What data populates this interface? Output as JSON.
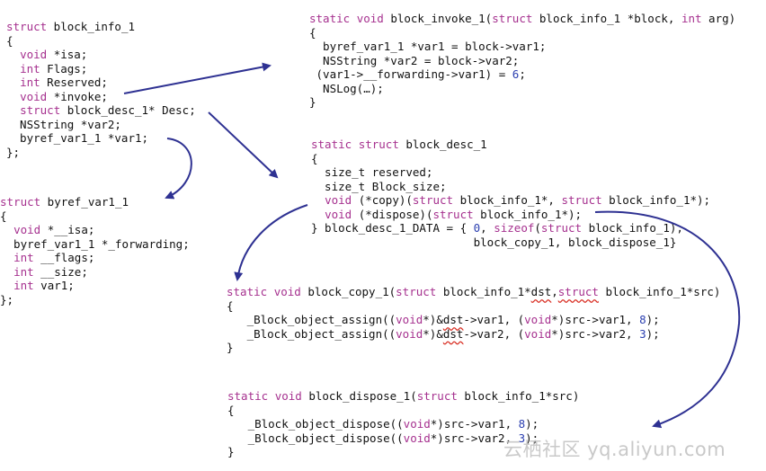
{
  "colors": {
    "keyword": "#a6318f",
    "number": "#2b3fb0",
    "text": "#111111",
    "arrow": "#2e3192",
    "squiggle": "#d93025",
    "watermark": "#c9c9c9"
  },
  "blocks": [
    {
      "id": "struct-block-info-1",
      "lines": [
        [
          [
            "kw",
            "struct"
          ],
          [
            "t",
            " block_info_1"
          ]
        ],
        [
          [
            "t",
            "{"
          ]
        ],
        [
          [
            "t",
            "  "
          ],
          [
            "kw",
            "void"
          ],
          [
            "t",
            " *isa;"
          ]
        ],
        [
          [
            "t",
            "  "
          ],
          [
            "kw",
            "int"
          ],
          [
            "t",
            " Flags;"
          ]
        ],
        [
          [
            "t",
            "  "
          ],
          [
            "kw",
            "int"
          ],
          [
            "t",
            " Reserved;"
          ]
        ],
        [
          [
            "t",
            "  "
          ],
          [
            "kw",
            "void"
          ],
          [
            "t",
            " *invoke;"
          ]
        ],
        [
          [
            "t",
            "  "
          ],
          [
            "kw",
            "struct"
          ],
          [
            "t",
            " block_desc_1* Desc;"
          ]
        ],
        [
          [
            "t",
            "  NSString *var2;"
          ]
        ],
        [
          [
            "t",
            "  byref_var1_1 *var1;"
          ]
        ],
        [
          [
            "t",
            "};"
          ]
        ]
      ]
    },
    {
      "id": "struct-byref-var1-1",
      "lines": [
        [
          [
            "kw",
            "struct"
          ],
          [
            "t",
            " byref_var1_1"
          ]
        ],
        [
          [
            "t",
            "{"
          ]
        ],
        [
          [
            "t",
            "  "
          ],
          [
            "kw",
            "void"
          ],
          [
            "t",
            " *__isa;"
          ]
        ],
        [
          [
            "t",
            "  byref_var1_1 *_forwarding;"
          ]
        ],
        [
          [
            "t",
            "  "
          ],
          [
            "kw",
            "int"
          ],
          [
            "t",
            " __flags;"
          ]
        ],
        [
          [
            "t",
            "  "
          ],
          [
            "kw",
            "int"
          ],
          [
            "t",
            " __size;"
          ]
        ],
        [
          [
            "t",
            "  "
          ],
          [
            "kw",
            "int"
          ],
          [
            "t",
            " var1;"
          ]
        ],
        [
          [
            "t",
            "};"
          ]
        ]
      ]
    },
    {
      "id": "func-block-invoke-1",
      "lines": [
        [
          [
            "kw",
            "static"
          ],
          [
            "t",
            " "
          ],
          [
            "kw",
            "void"
          ],
          [
            "t",
            " block_invoke_1("
          ],
          [
            "kw",
            "struct"
          ],
          [
            "t",
            " block_info_1 *block, "
          ],
          [
            "kw",
            "int"
          ],
          [
            "t",
            " arg)"
          ]
        ],
        [
          [
            "t",
            "{"
          ]
        ],
        [
          [
            "t",
            "  byref_var1_1 *var1 = block->var1;"
          ]
        ],
        [
          [
            "t",
            "  NSString *var2 = block->var2;"
          ]
        ],
        [
          [
            "t",
            " (var1->__forwarding->var1) = "
          ],
          [
            "num",
            "6"
          ],
          [
            "t",
            ";"
          ]
        ],
        [
          [
            "t",
            "  NSLog(…);"
          ]
        ],
        [
          [
            "t",
            "}"
          ]
        ]
      ]
    },
    {
      "id": "struct-block-desc-1",
      "lines": [
        [
          [
            "kw",
            "static"
          ],
          [
            "t",
            " "
          ],
          [
            "kw",
            "struct"
          ],
          [
            "t",
            " block_desc_1"
          ]
        ],
        [
          [
            "t",
            "{"
          ]
        ],
        [
          [
            "t",
            "  size_t reserved;"
          ]
        ],
        [
          [
            "t",
            "  size_t Block_size;"
          ]
        ],
        [
          [
            "t",
            "  "
          ],
          [
            "kw",
            "void"
          ],
          [
            "t",
            " (*copy)("
          ],
          [
            "kw",
            "struct"
          ],
          [
            "t",
            " block_info_1*, "
          ],
          [
            "kw",
            "struct"
          ],
          [
            "t",
            " block_info_1*);"
          ]
        ],
        [
          [
            "t",
            "  "
          ],
          [
            "kw",
            "void"
          ],
          [
            "t",
            " (*dispose)("
          ],
          [
            "kw",
            "struct"
          ],
          [
            "t",
            " block_info_1*);"
          ]
        ],
        [
          [
            "t",
            "} block_desc_1_DATA = { "
          ],
          [
            "num",
            "0"
          ],
          [
            "t",
            ", "
          ],
          [
            "kw",
            "sizeof"
          ],
          [
            "t",
            "("
          ],
          [
            "kw",
            "struct"
          ],
          [
            "t",
            " block_info_1),"
          ]
        ],
        [
          [
            "t",
            "                        block_copy_1, block_dispose_1}"
          ]
        ]
      ]
    },
    {
      "id": "func-block-copy-1",
      "lines": [
        [
          [
            "kw",
            "static"
          ],
          [
            "t",
            " "
          ],
          [
            "kw",
            "void"
          ],
          [
            "t",
            " block_copy_1("
          ],
          [
            "kw",
            "struct"
          ],
          [
            "t",
            " block_info_1*"
          ],
          [
            "err",
            "dst"
          ],
          [
            "t",
            ","
          ],
          [
            "kwerr",
            "struct"
          ],
          [
            "t",
            " block_info_1*src)"
          ]
        ],
        [
          [
            "t",
            "{"
          ]
        ],
        [
          [
            "t",
            "   _Block_object_assign(("
          ],
          [
            "kw",
            "void"
          ],
          [
            "t",
            "*)&"
          ],
          [
            "err",
            "dst"
          ],
          [
            "t",
            "->var1, ("
          ],
          [
            "kw",
            "void"
          ],
          [
            "t",
            "*)src->var1, "
          ],
          [
            "num",
            "8"
          ],
          [
            "t",
            ");"
          ]
        ],
        [
          [
            "t",
            "   _Block_object_assign(("
          ],
          [
            "kw",
            "void"
          ],
          [
            "t",
            "*)&"
          ],
          [
            "err",
            "dst"
          ],
          [
            "t",
            "->var2, ("
          ],
          [
            "kw",
            "void"
          ],
          [
            "t",
            "*)src->var2, "
          ],
          [
            "num",
            "3"
          ],
          [
            "t",
            ");"
          ]
        ],
        [
          [
            "t",
            "}"
          ]
        ]
      ]
    },
    {
      "id": "func-block-dispose-1",
      "lines": [
        [
          [
            "kw",
            "static"
          ],
          [
            "t",
            " "
          ],
          [
            "kw",
            "void"
          ],
          [
            "t",
            " block_dispose_1("
          ],
          [
            "kw",
            "struct"
          ],
          [
            "t",
            " block_info_1*src)"
          ]
        ],
        [
          [
            "t",
            "{"
          ]
        ],
        [
          [
            "t",
            "   _Block_object_dispose(("
          ],
          [
            "kw",
            "void"
          ],
          [
            "t",
            "*)src->var1, "
          ],
          [
            "num",
            "8"
          ],
          [
            "t",
            ");"
          ]
        ],
        [
          [
            "t",
            "   _Block_object_dispose(("
          ],
          [
            "kw",
            "void"
          ],
          [
            "t",
            "*)src->var2, "
          ],
          [
            "num",
            "3"
          ],
          [
            "t",
            ");"
          ]
        ],
        [
          [
            "t",
            "}"
          ]
        ]
      ]
    }
  ],
  "watermark": "云栖社区 yq.aliyun.com"
}
